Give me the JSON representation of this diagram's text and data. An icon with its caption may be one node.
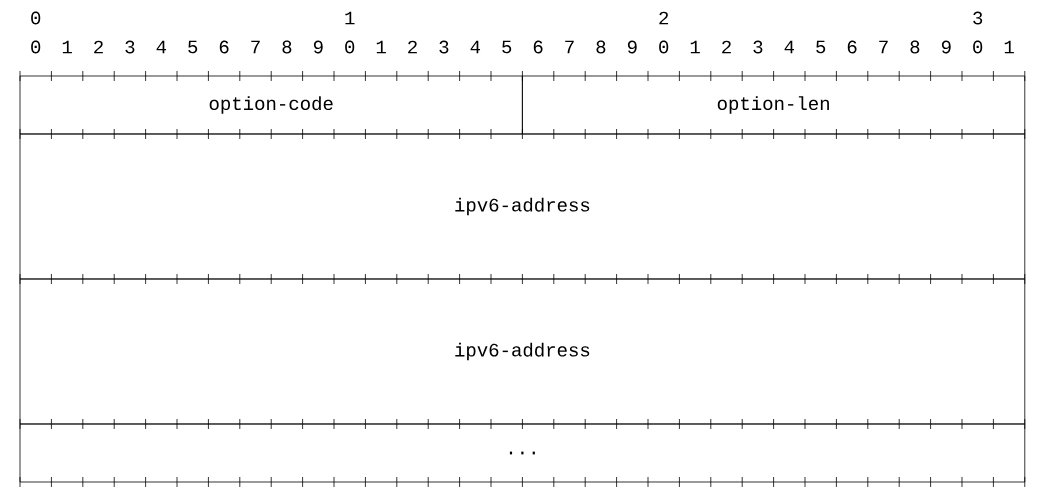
{
  "diagram": {
    "nodes": [
      {
        "text": [
          "option-code"
        ]
      },
      {
        "text": [
          "option-len"
        ]
      },
      {
        "text": [
          "ipv6-address"
        ]
      },
      {
        "text": [
          "ipv6-address"
        ]
      },
      {
        "text": [
          "..."
        ]
      }
    ],
    "labels": [
      "0",
      "1",
      "2",
      "3",
      "0",
      "1",
      "2",
      "3",
      "4",
      "5",
      "6",
      "7",
      "8",
      "9",
      "0",
      "1",
      "2",
      "3",
      "4",
      "5",
      "6",
      "7",
      "8",
      "9",
      "0",
      "1",
      "2",
      "3",
      "4",
      "5",
      "6",
      "7",
      "8",
      "9",
      "0",
      "1"
    ]
  }
}
